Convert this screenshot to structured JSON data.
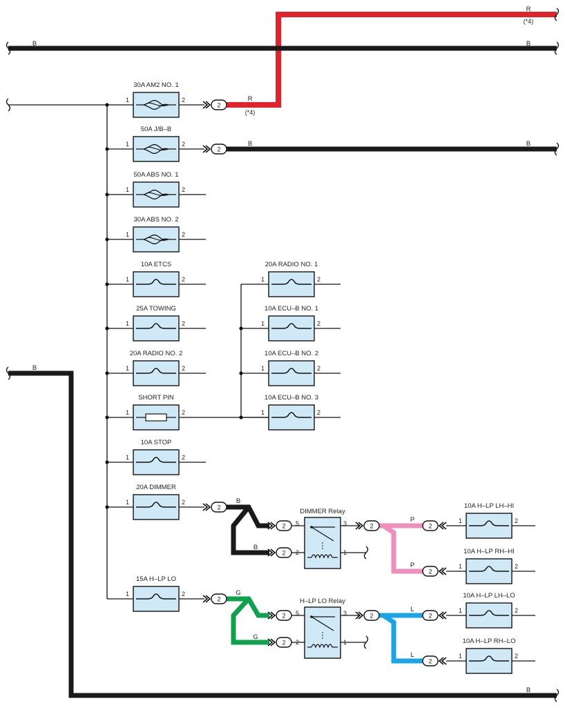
{
  "colors": {
    "R": "#e3232b",
    "B": "#1a1a1a",
    "P": "#ee8fbd",
    "G": "#0ea24d",
    "L": "#1aa6e6",
    "box_fill": "#cfe9f7"
  },
  "top_buses": {
    "red_label_right": "R",
    "red_note_right": "(*4)",
    "black_label_left": "B",
    "black_label_right": "B"
  },
  "fuses": [
    {
      "name": "30A AM2 NO. 1",
      "pin_in": "1",
      "pin_out": "2",
      "symbol": "heavy-fuse"
    },
    {
      "name": "50A J/B–B",
      "pin_in": "1",
      "pin_out": "2",
      "symbol": "heavy-fuse"
    },
    {
      "name": "50A ABS NO. 1",
      "pin_in": "1",
      "pin_out": "2",
      "symbol": "heavy-fuse"
    },
    {
      "name": "30A ABS NO. 2",
      "pin_in": "1",
      "pin_out": "2",
      "symbol": "heavy-fuse"
    },
    {
      "name": "10A ETCS",
      "pin_in": "1",
      "pin_out": "2",
      "symbol": "fuse"
    },
    {
      "name": "25A TOWING",
      "pin_in": "1",
      "pin_out": "2",
      "symbol": "fuse"
    },
    {
      "name": "20A RADIO NO. 2",
      "pin_in": "1",
      "pin_out": "2",
      "symbol": "fuse"
    },
    {
      "name": "SHORT PIN",
      "pin_in": "1",
      "pin_out": "2",
      "symbol": "short-pin"
    },
    {
      "name": "10A STOP",
      "pin_in": "1",
      "pin_out": "2",
      "symbol": "fuse"
    },
    {
      "name": "20A DIMMER",
      "pin_in": "1",
      "pin_out": "2",
      "symbol": "fuse"
    },
    {
      "name": "15A H–LP LO",
      "pin_in": "1",
      "pin_out": "2",
      "symbol": "fuse"
    }
  ],
  "radio_ecu_fuses": [
    {
      "name": "20A RADIO NO. 1",
      "pin_in": "1",
      "pin_out": "2"
    },
    {
      "name": "10A ECU–B NO. 1",
      "pin_in": "1",
      "pin_out": "2"
    },
    {
      "name": "10A ECU–B NO. 2",
      "pin_in": "1",
      "pin_out": "2"
    },
    {
      "name": "10A ECU–B NO. 3",
      "pin_in": "1",
      "pin_out": "2"
    }
  ],
  "wires": {
    "am2_color": "R",
    "am2_note": "(*4)",
    "jbb_color": "B",
    "jbb_right": "B",
    "dimmer_in": "B",
    "dimmer_out": "B",
    "dimmer_p1": "P",
    "dimmer_p2": "P",
    "hlplo_in": "G",
    "hlplo_out": "G",
    "hlplo_l1": "L",
    "hlplo_l2": "L",
    "bottom_left": "B",
    "bottom_right": "B"
  },
  "connector_pin": "2",
  "relays": [
    {
      "name": "DIMMER Relay",
      "pins": [
        "5",
        "3",
        "2",
        "1"
      ]
    },
    {
      "name": "H–LP LO Relay",
      "pins": [
        "5",
        "3",
        "2",
        "1"
      ]
    }
  ],
  "headlamp_fuses": [
    {
      "name": "10A H–LP LH–HI",
      "pin_in": "1",
      "pin_out": "2"
    },
    {
      "name": "10A H–LP RH–HI",
      "pin_in": "1",
      "pin_out": "2"
    },
    {
      "name": "10A H–LP LH–LO",
      "pin_in": "1",
      "pin_out": "2"
    },
    {
      "name": "10A H–LP RH–LO",
      "pin_in": "1",
      "pin_out": "2"
    }
  ]
}
